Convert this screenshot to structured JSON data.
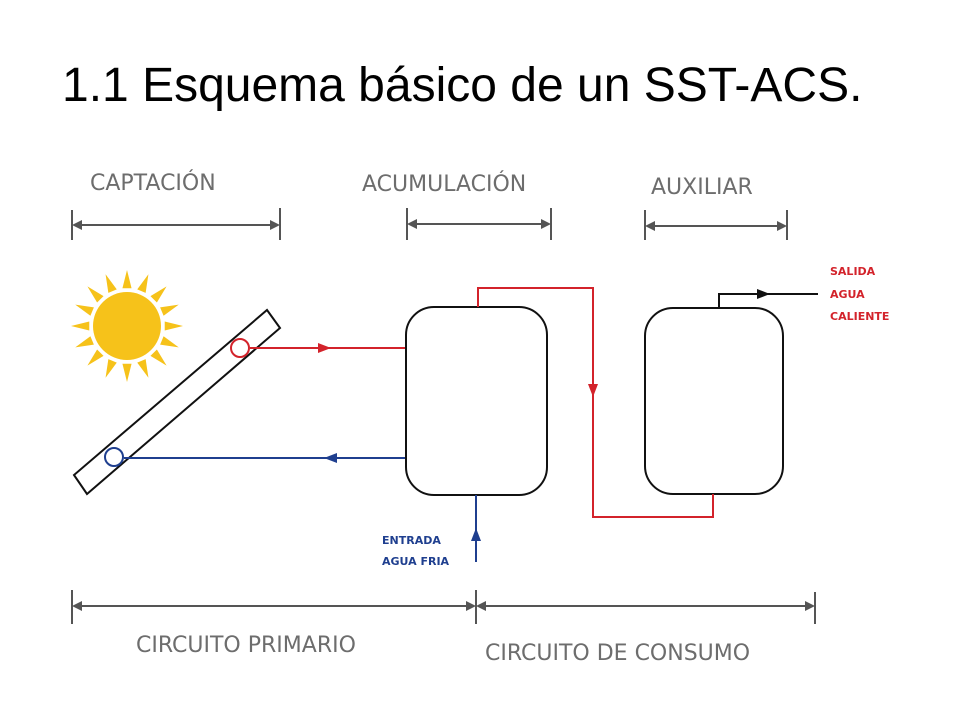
{
  "title": "1.1 Esquema básico de un SST-ACS.",
  "sections": {
    "captacion": "CAPTACIÓN",
    "acumulacion": "ACUMULACIÓN",
    "auxiliar": "AUXILIAR"
  },
  "circuits": {
    "primario": "CIRCUITO PRIMARIO",
    "consumo": "CIRCUITO DE CONSUMO"
  },
  "outlet": {
    "line1": "SALIDA",
    "line2": "AGUA",
    "line3": "CALIENTE"
  },
  "inlet": {
    "line1": "ENTRADA",
    "line2": "AGUA FRIA"
  },
  "colors": {
    "hot": "#d3232b",
    "cold": "#1f3f8f",
    "sun": "#f6c21a",
    "label": "#6d6d6d"
  }
}
